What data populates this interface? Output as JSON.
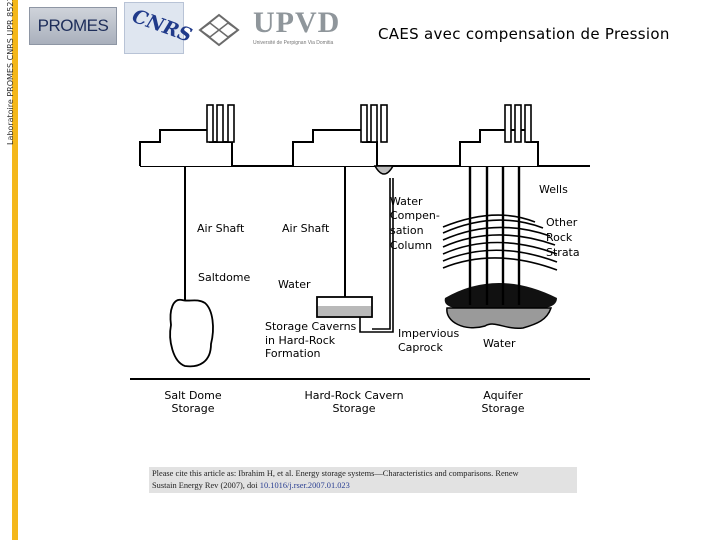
{
  "sidebar": {
    "vertical_label": "Laboratoire PROMES CNRS UPR 8521",
    "accent_color": "#f4b71a"
  },
  "logos": {
    "promes": "PROMES",
    "cnrs": "CNRS",
    "upvd": "UPVD",
    "upvd_subtitle": "Université de Perpignan Via Domitia",
    "diamond_icon": "lab-diamond-icon"
  },
  "title": "CAES avec compensation de Pression",
  "diagram": {
    "labels": {
      "air_shaft_1": "Air Shaft",
      "saltdome": "Saltdome",
      "air_shaft_2": "Air Shaft",
      "water_hardrock": "Water",
      "storage_caverns": [
        "Storage Caverns",
        "in Hard-Rock",
        "Formation"
      ],
      "water_column": [
        "Water",
        "Compen-",
        "sation",
        "Column"
      ],
      "wells": "Wells",
      "other_rock_strata": [
        "Other",
        "Rock",
        "Strata"
      ],
      "impervious_caprock": [
        "Impervious",
        "Caprock"
      ],
      "water_aquifer": "Water"
    },
    "captions": {
      "salt_dome": [
        "Salt Dome",
        "Storage"
      ],
      "hard_rock": [
        "Hard-Rock Cavern",
        "Storage"
      ],
      "aquifer": [
        "Aquifer",
        "Storage"
      ]
    }
  },
  "citation": {
    "line1": "Please cite this article as: Ibrahim H, et al. Energy storage systems—Characteristics and comparisons. Renew",
    "line2_prefix": "Sustain Energy Rev (2007), doi ",
    "doi": "10.1016/j.rser.2007.01.023"
  }
}
